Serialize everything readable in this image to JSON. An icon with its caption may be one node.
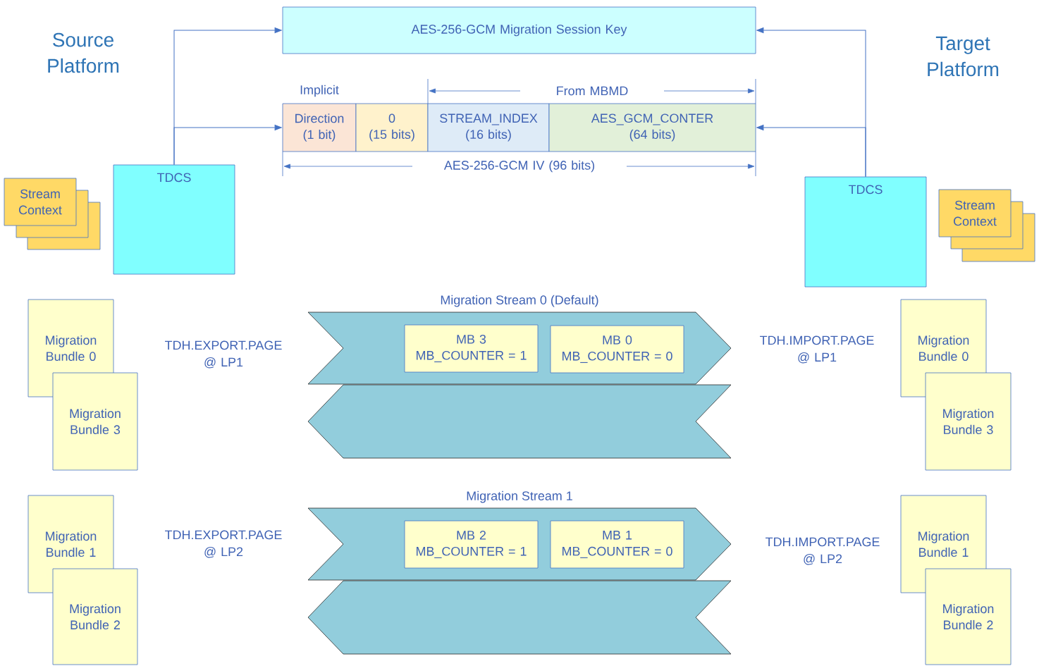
{
  "diagram": {
    "nodes": [
      {
        "text": [
          "AES-256-GCM Migration Session Key"
        ]
      },
      {
        "text": [
          "Direction",
          "(1 bit)"
        ]
      },
      {
        "text": [
          "0",
          "(15 bits)"
        ]
      },
      {
        "text": [
          "STREAM_INDEX",
          "(16 bits)"
        ]
      },
      {
        "text": [
          "AES_GCM_CONTER",
          "(64 bits)"
        ]
      },
      {
        "text": [
          "TDCS"
        ]
      },
      {
        "text": [
          "TDCS"
        ]
      },
      {
        "text": [
          "Stream Context"
        ]
      },
      {
        "text": [],
        "shape": "box"
      },
      {
        "text": [],
        "shape": "box"
      },
      {
        "text": [
          "Stream Context"
        ]
      },
      {
        "text": [],
        "shape": "box"
      },
      {
        "text": [],
        "shape": "box"
      },
      {
        "text": [
          "Migration Bundle 0"
        ]
      },
      {
        "text": [
          "Migration Bundle 3"
        ]
      },
      {
        "text": [
          "Migration Stream 0 (Default)"
        ]
      },
      {
        "text": [
          "MB 3",
          "MB_COUNTER = 1"
        ],
        "in": 15
      },
      {
        "text": [
          "MB 0",
          "MB_COUNTER = 0"
        ],
        "in": 15
      },
      {
        "text": [],
        "shape": "chevron"
      },
      {
        "text": [
          "Migration Bundle 0"
        ]
      },
      {
        "text": [
          "Migration Bundle 3"
        ]
      },
      {
        "text": [
          "Migration Bundle 1"
        ]
      },
      {
        "text": [
          "Migration Bundle 2"
        ]
      },
      {
        "text": [
          "Migration Stream 1"
        ]
      },
      {
        "text": [
          "MB 2",
          "MB_COUNTER = 1"
        ],
        "in": 23
      },
      {
        "text": [
          "MB 1",
          "MB_COUNTER = 0"
        ],
        "in": 23
      },
      {
        "text": [],
        "shape": "chevron"
      },
      {
        "text": [
          "Migration Bundle 1"
        ]
      },
      {
        "text": [
          "Migration Bundle 2"
        ]
      }
    ],
    "edges": [
      {
        "from": 5,
        "to": 0,
        "arrow": "to"
      },
      {
        "from": 5,
        "to": 1,
        "arrow": "to"
      },
      {
        "from": 6,
        "to": 0,
        "arrow": "to"
      },
      {
        "from": 6,
        "to": 4,
        "arrow": "to"
      }
    ],
    "labels": [
      "Source Platform",
      "Target Platform",
      "Implicit",
      "From MBMD",
      "AES-256-GCM IV (96 bits)",
      "TDH.EXPORT.PAGE @ LP1",
      "TDH.IMPORT.PAGE @ LP1",
      "TDH.EXPORT.PAGE @ LP2",
      "TDH.IMPORT.PAGE @ LP2"
    ]
  }
}
